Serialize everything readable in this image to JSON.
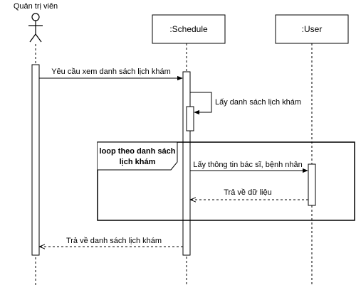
{
  "participants": {
    "actor": {
      "label": "Quản trị viên",
      "icon": "stick-figure-actor-icon"
    },
    "schedule": {
      "label": ":Schedule"
    },
    "user": {
      "label": ":User"
    }
  },
  "messages": {
    "m1": {
      "label": "Yêu cầu xem danh sách lịch khám",
      "type": "sync"
    },
    "m2": {
      "label": "Lấy danh sách lịch khám",
      "type": "self"
    },
    "m3": {
      "label": "Lấy thông tin bác sĩ, bệnh nhân",
      "type": "sync"
    },
    "m4": {
      "label": "Trả về dữ liệu",
      "type": "return"
    },
    "m5": {
      "label": "Trả về danh sách lịch khám",
      "type": "return"
    }
  },
  "fragment": {
    "operator_line1": "loop theo danh sách",
    "operator_line2": "lịch khám"
  },
  "colors": {
    "stroke": "#000000",
    "background": "#ffffff"
  }
}
